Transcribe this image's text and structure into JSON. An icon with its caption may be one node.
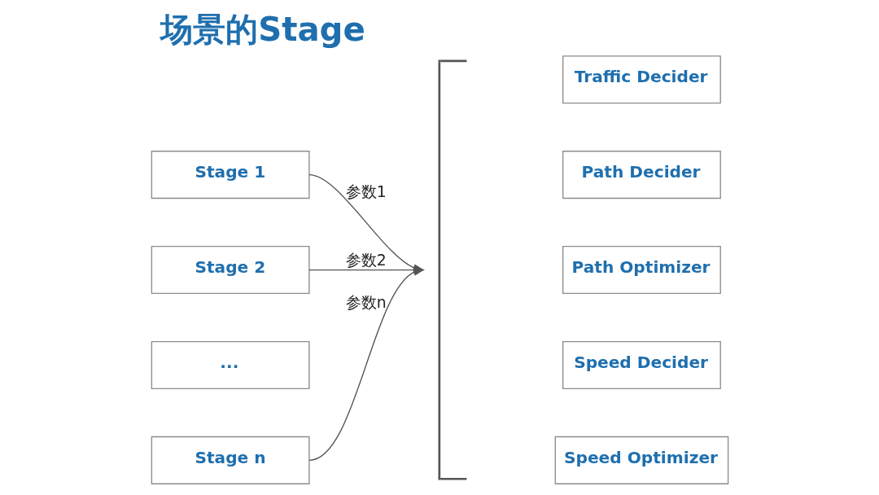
{
  "diagram": {
    "title": "场景的Stage",
    "nodes": [
      {
        "text": [
          "Stage 1"
        ]
      },
      {
        "text": [
          "Stage 2"
        ]
      },
      {
        "text": [
          "..."
        ]
      },
      {
        "text": [
          "Stage n"
        ]
      },
      {
        "text": [],
        "shape": "bracket"
      },
      {
        "text": [
          "Traffic Decider"
        ]
      },
      {
        "text": [
          "Path Decider"
        ]
      },
      {
        "text": [
          "Path Optimizer"
        ]
      },
      {
        "text": [
          "Speed Decider"
        ]
      },
      {
        "text": [
          "Speed Optimizer"
        ]
      }
    ],
    "edges": [
      {
        "from": 0,
        "to": 4,
        "arrow": "to",
        "label": "参数1"
      },
      {
        "from": 1,
        "to": 4,
        "arrow": "to",
        "label": "参数2"
      },
      {
        "from": 3,
        "to": 4,
        "arrow": "to",
        "label": "参数n"
      }
    ]
  }
}
